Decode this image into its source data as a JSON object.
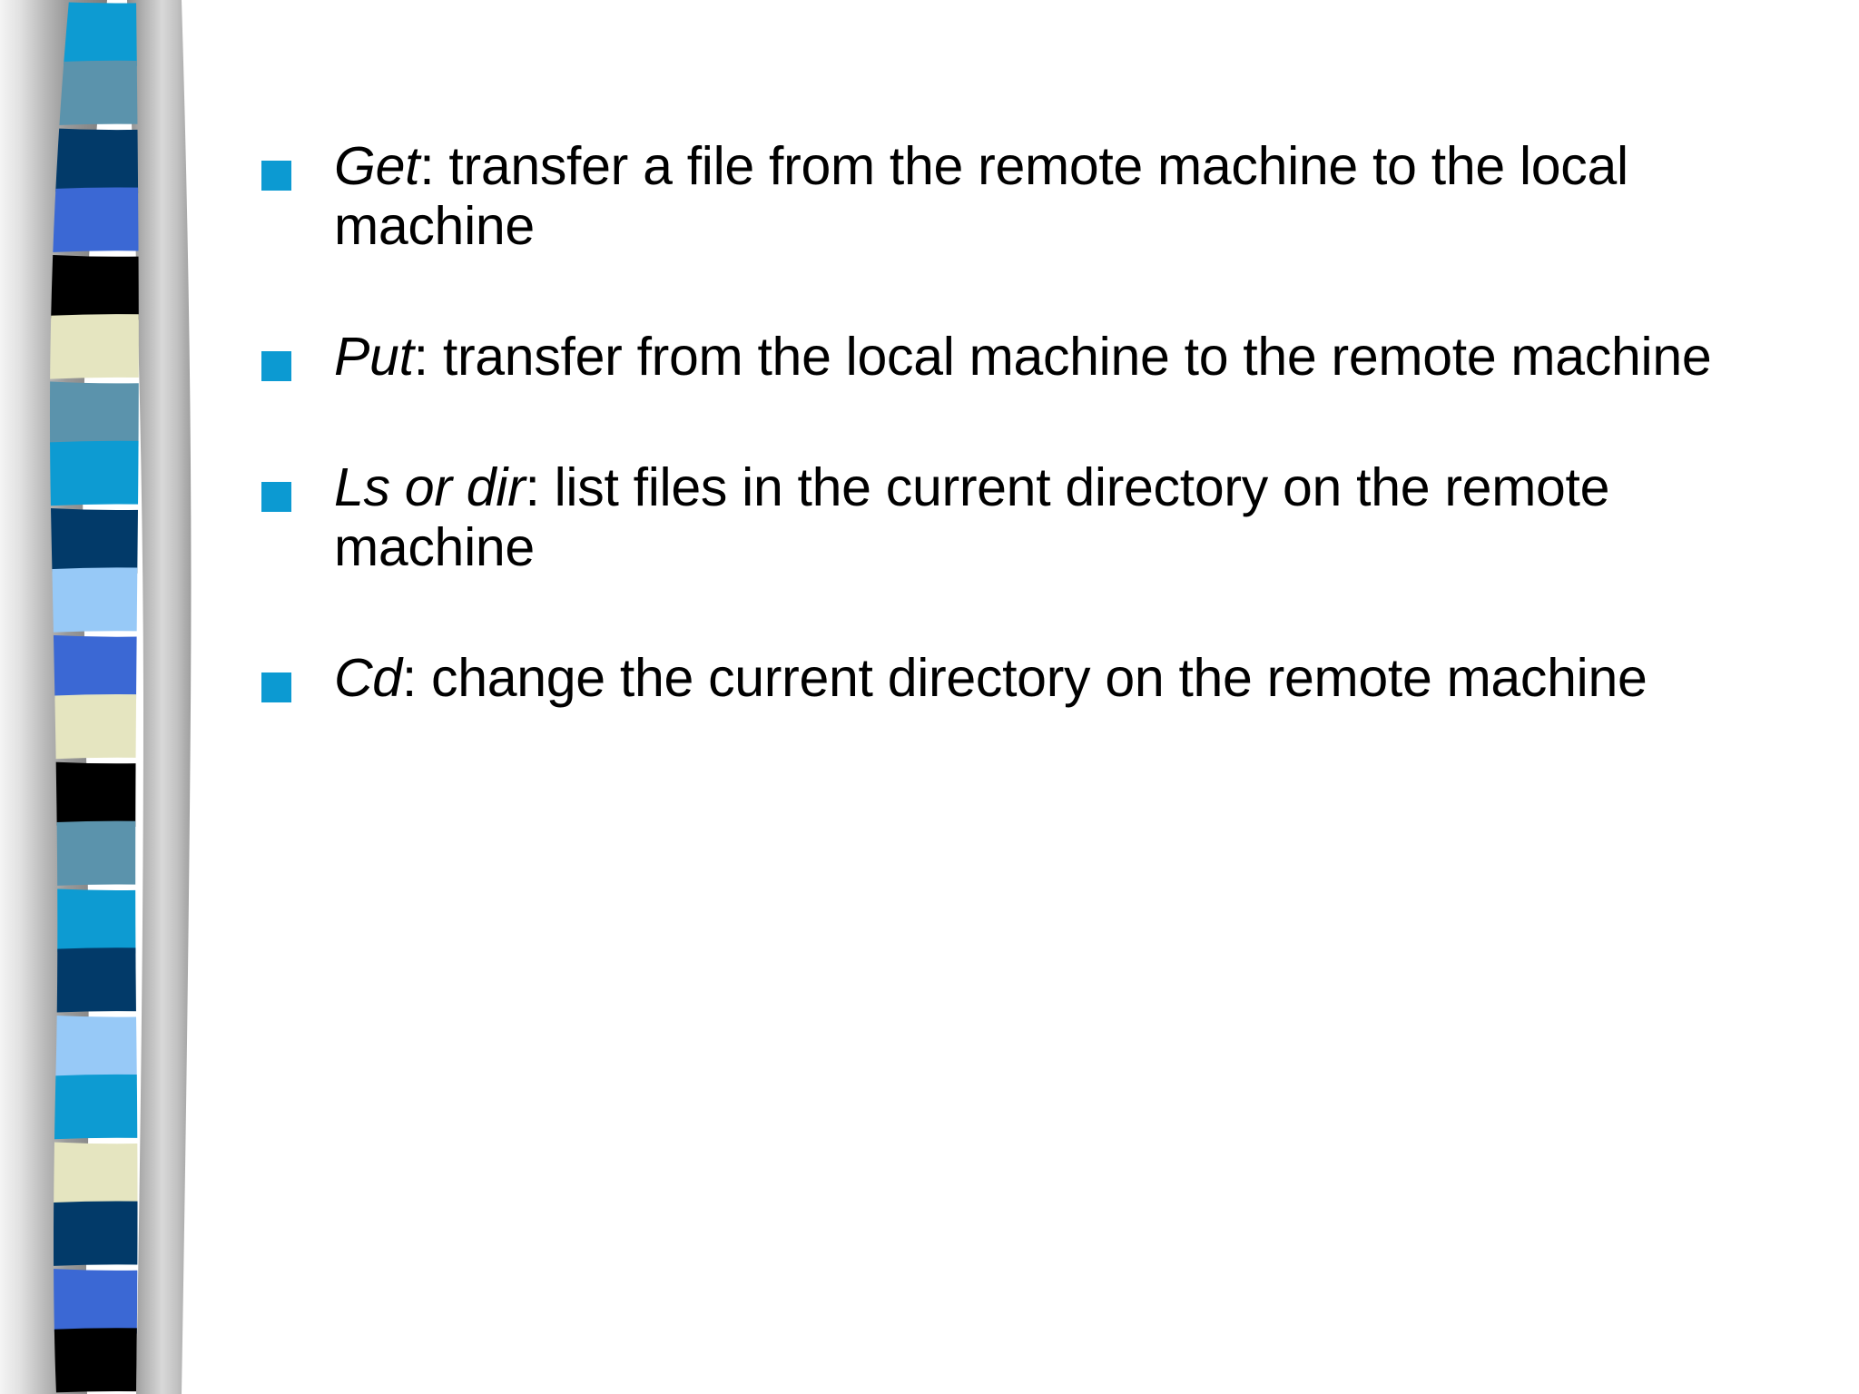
{
  "slide": {
    "background_color": "#ffffff",
    "accent_color": "#0C9AD2",
    "text_color": "#000000",
    "bullets": [
      {
        "term": "Get",
        "separator": ": ",
        "description": "transfer a file from the remote machine to the local machine",
        "bullet_icon": "square-bullet-icon"
      },
      {
        "term": "Put",
        "separator": ": ",
        "description": "transfer from the local machine to the remote machine",
        "bullet_icon": "square-bullet-icon"
      },
      {
        "term": "Ls or dir",
        "separator": ": ",
        "description": "list files in the current directory on the remote machine",
        "bullet_icon": "square-bullet-icon"
      },
      {
        "term": "Cd",
        "separator": ": ",
        "description": "change the current directory on the remote machine",
        "bullet_icon": "square-bullet-icon"
      }
    ]
  },
  "decoration": {
    "name": "striped-ribbon-graphic",
    "gray_band_light": "#f2f2f2",
    "gray_band_mid": "#8f8f8f",
    "stripe_colors": [
      "#0D9BD2",
      "#5B93AC",
      "#023A69",
      "#3B68D4",
      "#000000",
      "#E5E5C0",
      "#5B93AC",
      "#0D9BD2",
      "#023A69",
      "#97C9F7",
      "#3B68D4",
      "#E5E5C0",
      "#000000",
      "#5B93AC",
      "#0D9BD2",
      "#023A69",
      "#97C9F7",
      "#0D9BD2",
      "#E5E5C0",
      "#023A69",
      "#3B68D4",
      "#000000"
    ]
  }
}
